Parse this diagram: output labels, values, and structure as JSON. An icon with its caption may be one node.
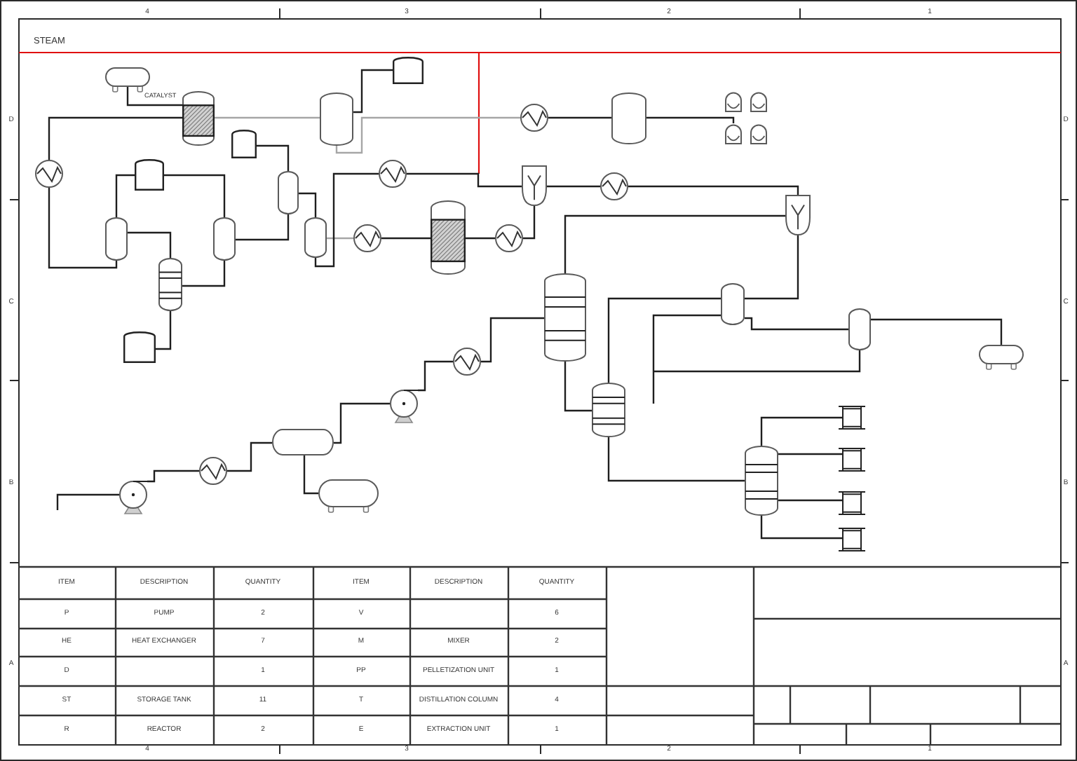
{
  "diagram": {
    "nodes": [
      {
        "text": [],
        "shape": "drum"
      },
      {
        "text": [],
        "shape": "tank"
      },
      {
        "text": [],
        "shape": "reactor"
      },
      {
        "text": [],
        "shape": "vessel"
      },
      {
        "text": [],
        "shape": "exchanger"
      },
      {
        "text": [],
        "shape": "vessel"
      },
      {
        "text": [],
        "shape": "sphere"
      },
      {
        "text": [],
        "shape": "sphere"
      },
      {
        "text": [],
        "shape": "sphere"
      },
      {
        "text": [],
        "shape": "sphere"
      },
      {
        "text": [],
        "shape": "exchanger"
      },
      {
        "text": [],
        "shape": "tank"
      },
      {
        "text": [],
        "shape": "tank"
      },
      {
        "text": [],
        "shape": "exchanger"
      },
      {
        "text": [],
        "shape": "mixer"
      },
      {
        "text": [],
        "shape": "exchanger"
      },
      {
        "text": [],
        "shape": "mixer"
      },
      {
        "text": [],
        "shape": "vessel"
      },
      {
        "text": [],
        "shape": "vessel"
      },
      {
        "text": [],
        "shape": "vessel"
      },
      {
        "text": [],
        "shape": "vessel"
      },
      {
        "text": [],
        "shape": "exchanger"
      },
      {
        "text": [],
        "shape": "reactor"
      },
      {
        "text": [],
        "shape": "exchanger"
      },
      {
        "text": [],
        "shape": "column"
      },
      {
        "text": [],
        "shape": "column"
      },
      {
        "text": [],
        "shape": "vessel"
      },
      {
        "text": [],
        "shape": "vessel"
      },
      {
        "text": [],
        "shape": "tank"
      },
      {
        "text": [],
        "shape": "drum"
      },
      {
        "text": [],
        "shape": "exchanger"
      },
      {
        "text": [],
        "shape": "pump"
      },
      {
        "text": [],
        "shape": "column"
      },
      {
        "text": [],
        "shape": "pelletizer"
      },
      {
        "text": [],
        "shape": "vessel"
      },
      {
        "text": [],
        "shape": "column"
      },
      {
        "text": [],
        "shape": "pelletizer"
      },
      {
        "text": [],
        "shape": "exchanger"
      },
      {
        "text": [],
        "shape": "drum"
      },
      {
        "text": [],
        "shape": "pump"
      },
      {
        "text": [],
        "shape": "pelletizer"
      },
      {
        "text": [],
        "shape": "pelletizer"
      }
    ],
    "edges": [
      {
        "from": 0,
        "to": 2,
        "arrow": "none"
      },
      {
        "from": 2,
        "to": 10,
        "arrow": "none"
      },
      {
        "from": 10,
        "to": 18,
        "arrow": "none"
      },
      {
        "from": 2,
        "to": 3,
        "arrow": "none",
        "color": "#a6a6a6"
      },
      {
        "from": 3,
        "to": 1,
        "arrow": "none"
      },
      {
        "from": 3,
        "to": 4,
        "arrow": "none",
        "color": "#a6a6a6"
      },
      {
        "from": 4,
        "to": 5,
        "arrow": "none"
      },
      {
        "from": 5,
        "to": 8,
        "arrow": "none"
      },
      {
        "from": 18,
        "to": 11,
        "arrow": "none"
      },
      {
        "from": 11,
        "to": 19,
        "arrow": "none"
      },
      {
        "from": 18,
        "to": 24,
        "arrow": "none"
      },
      {
        "from": 24,
        "to": 19,
        "arrow": "none"
      },
      {
        "from": 24,
        "to": 28,
        "arrow": "none"
      },
      {
        "from": 12,
        "to": 17,
        "arrow": "none"
      },
      {
        "from": 17,
        "to": 20,
        "arrow": "none"
      },
      {
        "from": 19,
        "to": 17,
        "arrow": "none"
      },
      {
        "from": 20,
        "to": 21,
        "arrow": "none",
        "color": "#a6a6a6"
      },
      {
        "from": 21,
        "to": 22,
        "arrow": "none"
      },
      {
        "from": 22,
        "to": 23,
        "arrow": "none"
      },
      {
        "from": 23,
        "to": 14,
        "arrow": "none"
      },
      {
        "from": 20,
        "to": 13,
        "arrow": "none"
      },
      {
        "from": 13,
        "to": 14,
        "arrow": "none"
      },
      {
        "from": 14,
        "to": 15,
        "arrow": "none"
      },
      {
        "from": 15,
        "to": 16,
        "arrow": "none"
      },
      {
        "from": 25,
        "to": 16,
        "arrow": "none"
      },
      {
        "from": 16,
        "to": 26,
        "arrow": "none"
      },
      {
        "from": 26,
        "to": 32,
        "arrow": "none"
      },
      {
        "from": 26,
        "to": 27,
        "arrow": "none"
      },
      {
        "from": 27,
        "to": 29,
        "arrow": "none"
      },
      {
        "from": 26,
        "to": null,
        "arrow": "none"
      },
      {
        "from": 27,
        "to": null,
        "arrow": "none"
      },
      {
        "from": 25,
        "to": 32,
        "arrow": "none"
      },
      {
        "from": 32,
        "to": 35,
        "arrow": "none"
      },
      {
        "from": 35,
        "to": 33,
        "arrow": "none"
      },
      {
        "from": 35,
        "to": 36,
        "arrow": "none"
      },
      {
        "from": 35,
        "to": 40,
        "arrow": "none"
      },
      {
        "from": 35,
        "to": 41,
        "arrow": "none"
      },
      {
        "from": 30,
        "to": 25,
        "arrow": "none"
      },
      {
        "from": 31,
        "to": 30,
        "arrow": "none"
      },
      {
        "from": 34,
        "to": 31,
        "arrow": "none"
      },
      {
        "from": 37,
        "to": 34,
        "arrow": "none"
      },
      {
        "from": 39,
        "to": 37,
        "arrow": "none"
      },
      {
        "from": null,
        "to": 39,
        "arrow": "none"
      },
      {
        "from": 34,
        "to": 38,
        "arrow": "none"
      }
    ],
    "labels": [
      "4",
      "3",
      "2",
      "1",
      "STEAM",
      "CATALYST",
      "D",
      "D",
      "C",
      "C",
      "B",
      "B",
      "ITEM",
      "DESCRIPTION",
      "QUANTITY",
      "ITEM",
      "DESCRIPTION",
      "QUANTITY",
      "P",
      "PUMP",
      "2",
      "V",
      "6",
      "HE",
      "HEAT EXCHANGER",
      "7",
      "M",
      "MIXER",
      "2",
      "D",
      "1",
      "PP",
      "PELLETIZATION UNIT",
      "1",
      "ST",
      "STORAGE TANK",
      "11",
      "T",
      "DISTILLATION COLUMN",
      "4",
      "R",
      "REACTOR",
      "2",
      "E",
      "EXTRACTION UNIT",
      "1",
      "A",
      "A",
      "4",
      "3",
      "2",
      "1"
    ]
  }
}
